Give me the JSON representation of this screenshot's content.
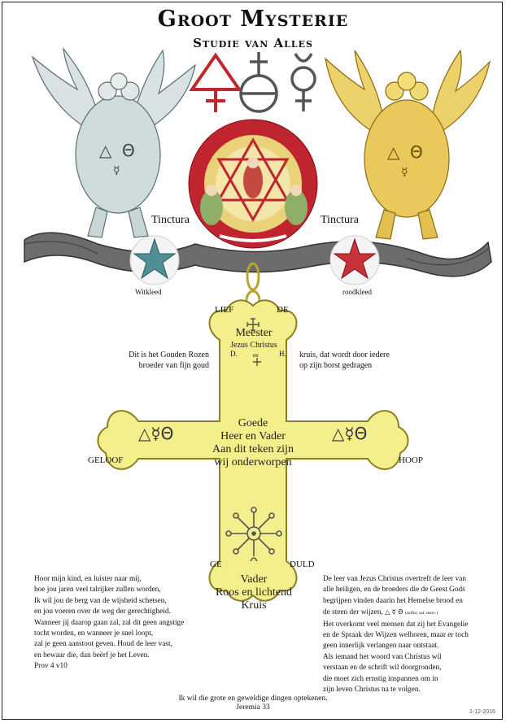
{
  "header": {
    "title": "Groot Mysterie",
    "subtitle": "Studie van Alles"
  },
  "labels": {
    "tinctura_left": "Tinctura",
    "tinctura_right": "Tinctura",
    "witkleed": "Witkleed",
    "roodkleed": "roodkleed",
    "lief": "LIEF",
    "de": "DE",
    "geloof": "GELOOF",
    "hoop": "HOOP",
    "ge": "GE",
    "duld": "DULD"
  },
  "cross": {
    "top_title": "Meester",
    "top_sub": "Jezus Christus",
    "top_d": "D.",
    "top_en": "en",
    "top_h": "H.",
    "center_lines": [
      "Goede",
      "Heer en Vader",
      "Aan dit teken zijn",
      "wij onderworpen"
    ],
    "bottom_lines": [
      "Vader",
      "Roos en lichtend",
      "Kruis"
    ]
  },
  "side_text": {
    "left_lines": [
      "Dit is het Gouden Rozen",
      "broeder van fijn goud"
    ],
    "right_lines": [
      "kruis, dat wordt door iedere",
      "op zijn borst gedragen"
    ]
  },
  "left_paragraph": [
    "Hoor mijn kind, en luister naar mij,",
    "hoe jou jaren veel talrijker zullen worden,",
    "Ik wil jou de berg van de wijsheid schetsen,",
    "en jou voeren over de weg der gerechtigheid.",
    "Wanneer jij daarop gaan zal, zal dit geen angstige",
    "tocht worden, en wanneer je snel loopt,",
    "zal je geen aanstoot geven. Houd de leer vast,",
    "en bewaar die, dan beërf je het Leven.",
    "Prov 4 v10"
  ],
  "right_paragraph": {
    "lines_before": [
      "De leer van Jezus Christus overtreft de leer van",
      "alle heiligen, en de broeders die de Geest Gods",
      "begrijpen vinden daarin het Hemelse brood en"
    ],
    "symbol_line_prefix": "de steen der wijzen,",
    "symbol_line_suffix": "(sulfur, sal, merc.)",
    "lines_after": [
      "Het overkomt veel mensen dat zij het Evangelie",
      "en de Spraak der Wijzen welhoren, maar er toch",
      "geen innerlijk verlangen naar ontstaat.",
      "Als iemand het woord van Christus wil",
      "verstaan en de schrift wil doorgronden,",
      "die moet zich ernstig inspannen om in",
      "zijn leven Christus na te volgen."
    ]
  },
  "footer": {
    "line1": "Ik wil die grote en geweldige dingen optekenen.",
    "line2": "Jeremia 33",
    "date": "1-12-2016"
  },
  "colors": {
    "cross_fill": "#f3ef8c",
    "cross_stroke": "#8a8020",
    "eagle_left": "#d4e0e0",
    "eagle_right": "#e6c65a",
    "roundel_red": "#c0242e",
    "star_teal": "#4f8f95",
    "star_red": "#c8323a",
    "symbol_red": "#c0272d"
  },
  "icons": [
    "fire-triangle-icon",
    "sulfur-icon",
    "mercury-icon",
    "left-eagle-illustration",
    "right-eagle-illustration",
    "central-roundel",
    "teal-star-icon",
    "red-star-icon",
    "rose-cross-icon",
    "sun-wheel-icon"
  ]
}
